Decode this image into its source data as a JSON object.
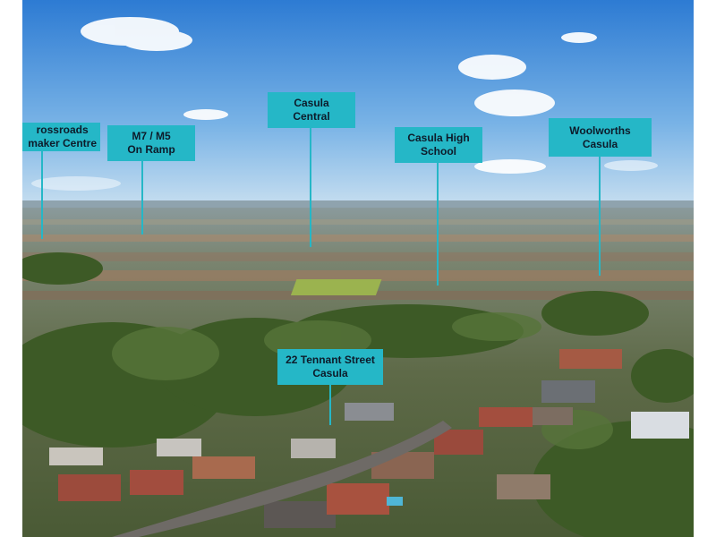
{
  "callouts": {
    "crossroads": "rossroads\nmaker Centre",
    "m7": "M7 / M5\nOn Ramp",
    "casula_central": "Casula\nCentral",
    "casula_high": "Casula High\nSchool",
    "woolworths": "Woolworths\nCasula",
    "subject": "22 Tennant Street\nCasula"
  },
  "colors": {
    "label_bg": "#25b7c7",
    "sky_top": "#2f7fd6",
    "sky_bottom": "#bcd9ef"
  }
}
